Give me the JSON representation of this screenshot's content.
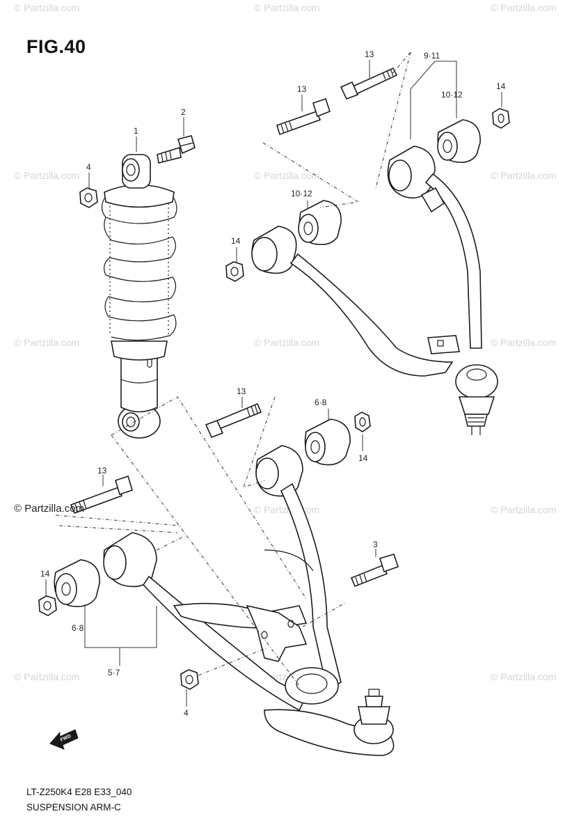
{
  "figure": {
    "title": "FIG.40",
    "code": "LT-Z250K4 E28 E33_040",
    "name": "SUSPENSION ARM-C"
  },
  "watermark": {
    "text": "© Partzilla.com",
    "main_text": "© Partzilla.com"
  },
  "callouts": {
    "c1": "1",
    "c2": "2",
    "c3": "3",
    "c4a": "4",
    "c4b": "4",
    "c13a": "13",
    "c13b": "13",
    "c13c": "13",
    "c13d": "13",
    "c14a": "14",
    "c14b": "14",
    "c14c": "14",
    "c14d": "14",
    "c1012a": "10·12",
    "c1012b": "10·12",
    "c911": "9·11",
    "c68a": "6·8",
    "c68b": "6·8",
    "c57": "5·7"
  },
  "direction": {
    "label": "FWD"
  }
}
